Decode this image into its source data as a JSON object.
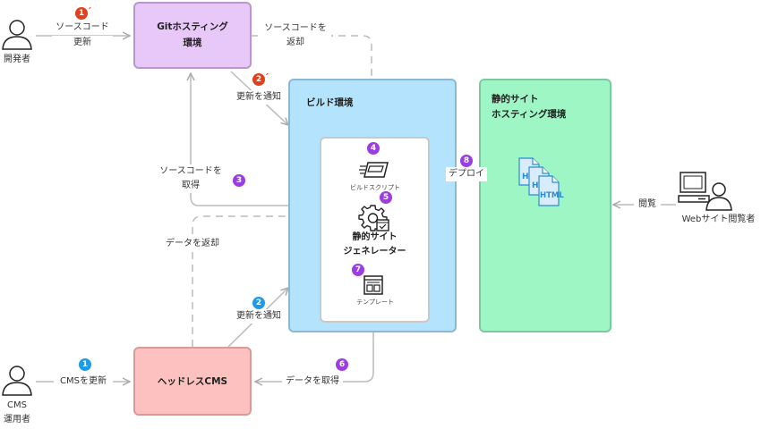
{
  "actors": {
    "developer": "開発者",
    "cms_operator_line1": "CMS",
    "cms_operator_line2": "運用者",
    "web_viewer": "Webサイト閲覧者"
  },
  "nodes": {
    "git_hosting": {
      "line1": "Gitホスティング",
      "line2": "環境",
      "color": "#e8c8f8"
    },
    "build_env": {
      "title": "ビルド環境",
      "color": "#b3e3fd"
    },
    "static_hosting": {
      "line1": "静的サイト",
      "line2": "ホスティング環境",
      "color": "#9ef6c4"
    },
    "headless_cms": {
      "label": "ヘッドレスCMS",
      "color": "#fdc1c0"
    },
    "build_script": "ビルドスクリプト",
    "ssg_line1": "静的サイト",
    "ssg_line2": "ジェネレーター",
    "template": "テンプレート",
    "html_icon_text": "HTML"
  },
  "edges": {
    "source_update_line1": "ソースコード",
    "source_update_line2": "更新",
    "return_source_line1": "ソースコードを",
    "return_source_line2": "返却",
    "notify_update_git": "更新を通知",
    "get_source_line1": "ソースコードを",
    "get_source_line2": "取得",
    "return_data": "データを返却",
    "notify_update_cms": "更新を通知",
    "update_cms": "CMSを更新",
    "get_data": "データを取得",
    "deploy": "デプロイ",
    "browse": "閲覧"
  },
  "badges": {
    "b1p": "1",
    "b2p": "2",
    "b3": "3",
    "b4": "4",
    "b5": "5",
    "b6": "6",
    "b7": "7",
    "b8": "8",
    "b1": "1",
    "b2": "2",
    "prime": "′"
  }
}
